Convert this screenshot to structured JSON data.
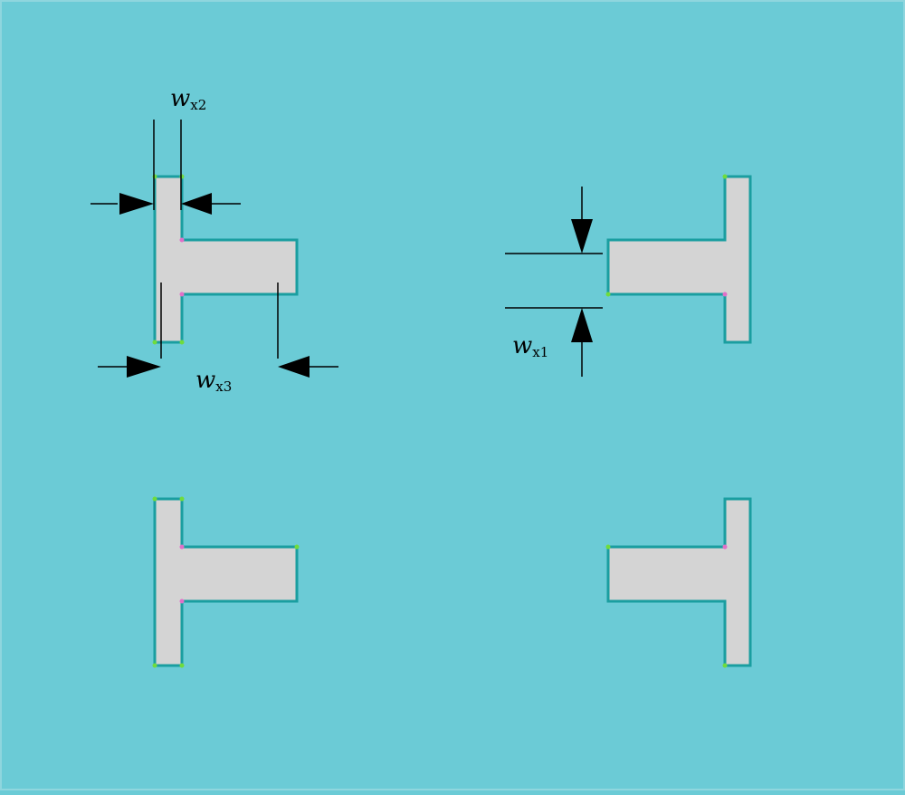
{
  "diagram": {
    "background_color": "#6bcbd6",
    "shape_fill": "#d4d4d4",
    "shape_stroke": "#1a9ea0",
    "line_color": "#000000",
    "dimensions": {
      "wx1": {
        "main": "w",
        "sub": "x1"
      },
      "wx2": {
        "main": "w",
        "sub": "x2"
      },
      "wx3": {
        "main": "w",
        "sub": "x3"
      }
    }
  }
}
